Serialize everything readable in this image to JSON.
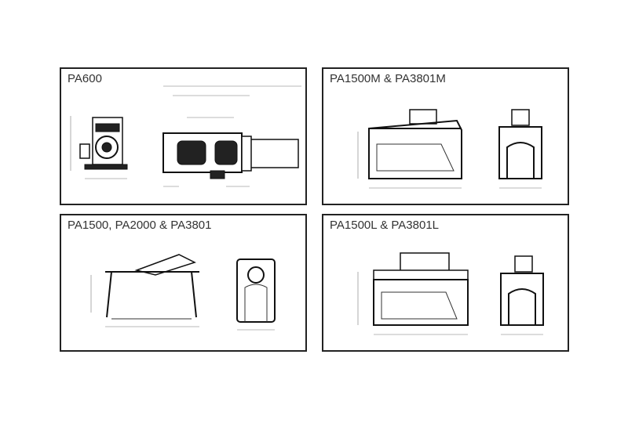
{
  "panels": [
    {
      "id": "pa600",
      "title": "PA600"
    },
    {
      "id": "pa1500m",
      "title": "PA1500M & PA3801M"
    },
    {
      "id": "pa1500",
      "title": "PA1500, PA2000 & PA3801"
    },
    {
      "id": "pa1500l",
      "title": "PA1500L & PA3801L"
    }
  ],
  "colors": {
    "line": "#222222",
    "background": "#ffffff"
  }
}
